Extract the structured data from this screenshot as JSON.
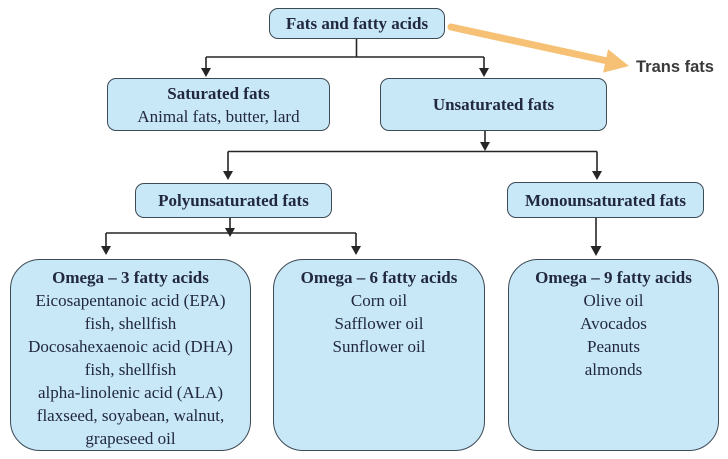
{
  "colors": {
    "box_fill": "#c8e7f7",
    "box_border": "#3c4a55",
    "text_color": "#21283f",
    "connector": "#262626",
    "trans_arrow": "#f6c175",
    "trans_text": "#3a3a3a"
  },
  "nodes": {
    "root": {
      "title": "Fats and fatty acids"
    },
    "trans": {
      "label": "Trans fats"
    },
    "saturated": {
      "title": "Saturated fats",
      "lines": [
        "Animal fats, butter, lard"
      ]
    },
    "unsaturated": {
      "title": "Unsaturated fats"
    },
    "polyunsaturated": {
      "title": "Polyunsaturated fats"
    },
    "monounsaturated": {
      "title": "Monounsaturated fats"
    },
    "omega3": {
      "title": "Omega – 3 fatty acids",
      "lines": [
        "Eicosapentanoic acid (EPA)",
        "fish, shellfish",
        "Docosahexaenoic acid (DHA)",
        "fish, shellfish",
        "alpha-linolenic acid (ALA)",
        "flaxseed, soyabean, walnut,",
        "grapeseed oil"
      ]
    },
    "omega6": {
      "title": "Omega – 6 fatty acids",
      "lines": [
        "Corn oil",
        "Safflower oil",
        "Sunflower oil"
      ]
    },
    "omega9": {
      "title": "Omega – 9 fatty acids",
      "lines": [
        "Olive oil",
        "Avocados",
        "Peanuts",
        "almonds"
      ]
    }
  }
}
